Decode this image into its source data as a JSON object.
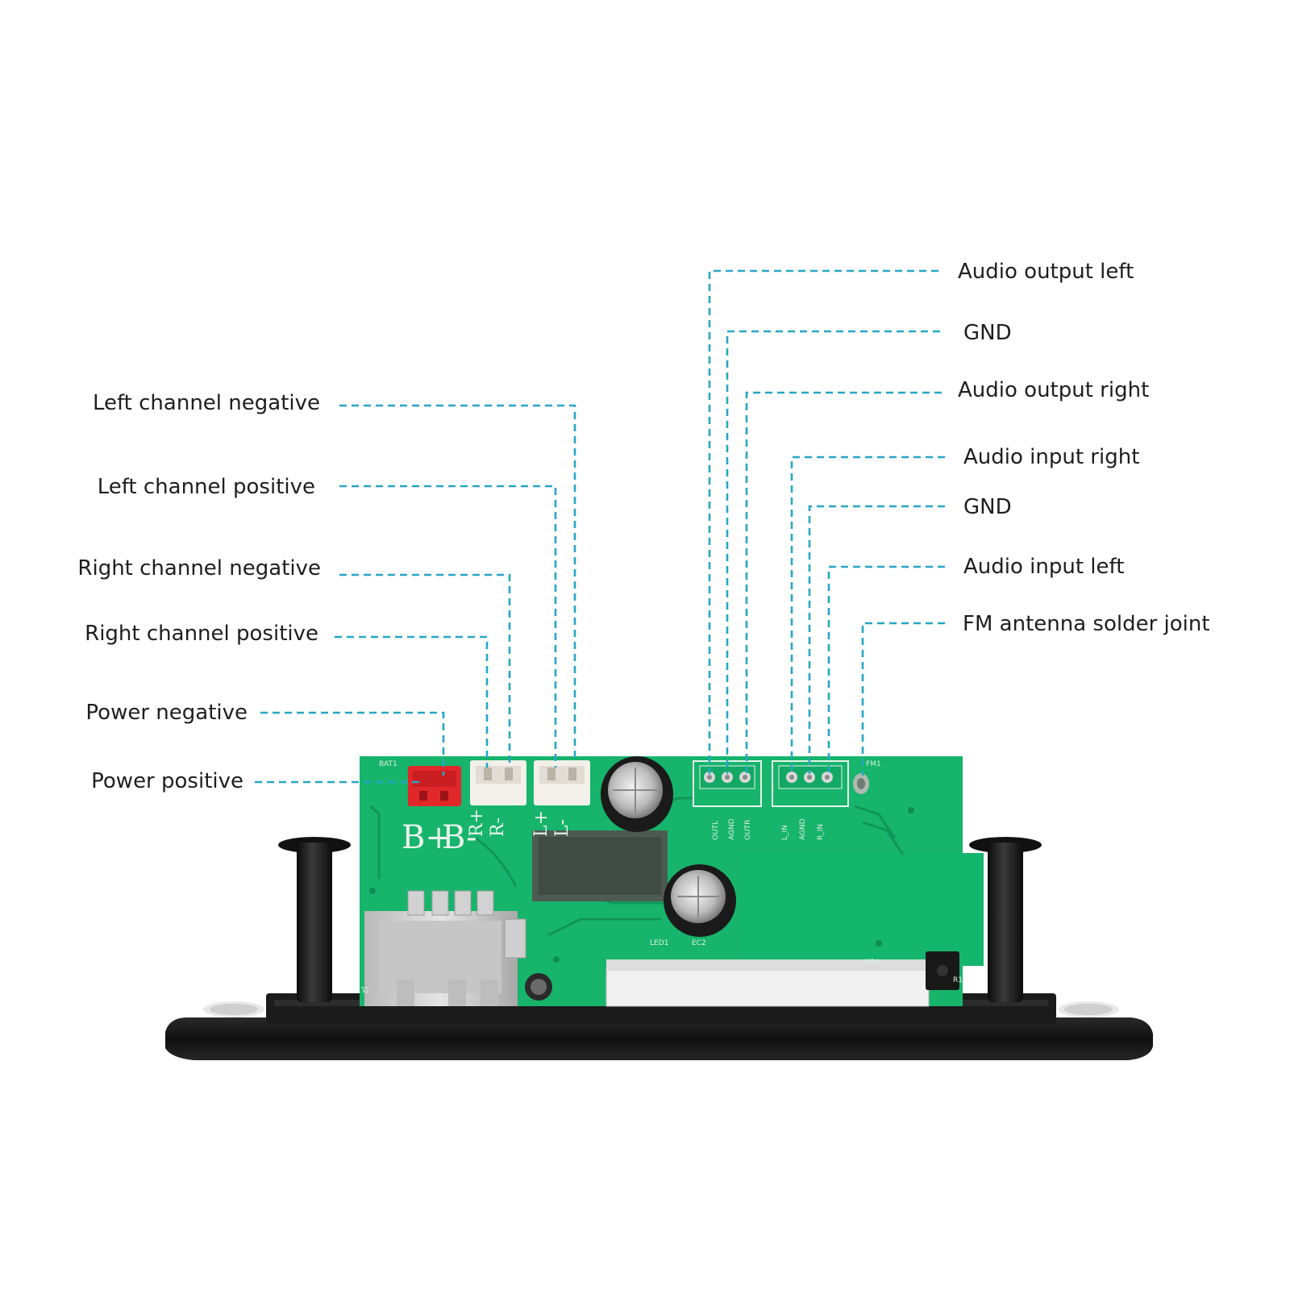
{
  "left_callouts": [
    {
      "id": "left-channel-negative",
      "label": "Left channel negative"
    },
    {
      "id": "left-channel-positive",
      "label": "Left channel positive"
    },
    {
      "id": "right-channel-negative",
      "label": "Right channel negative"
    },
    {
      "id": "right-channel-positive",
      "label": "Right channel positive"
    },
    {
      "id": "power-negative",
      "label": "Power negative"
    },
    {
      "id": "power-positive",
      "label": "Power positive"
    }
  ],
  "right_callouts": [
    {
      "id": "audio-output-left",
      "label": "Audio output left"
    },
    {
      "id": "gnd-output",
      "label": "GND"
    },
    {
      "id": "audio-output-right",
      "label": "Audio output right"
    },
    {
      "id": "audio-input-right",
      "label": "Audio input right"
    },
    {
      "id": "gnd-input",
      "label": "GND"
    },
    {
      "id": "audio-input-left",
      "label": "Audio input left"
    },
    {
      "id": "fm-antenna",
      "label": "FM antenna solder joint"
    }
  ],
  "board_silkscreen": {
    "b_plus": "B+",
    "b_minus": "B-",
    "r_plus": "R+",
    "r_minus": "R-",
    "l_plus": "L+",
    "l_minus": "L-",
    "outl": "OUTL",
    "agnd_out": "AGND",
    "outr": "OUTR",
    "l_in": "L_IN",
    "agnd_in": "AGND",
    "r_in": "R_IN",
    "bat": "BAT1",
    "j2": "J2",
    "led": "LED1",
    "ec2": "EC2",
    "fm": "FM1",
    "r1": "R1",
    "mp": "MP4"
  },
  "colors": {
    "leader": "#27a6c4",
    "pcb_green": "#16b36b",
    "connector_red": "#e2272b",
    "bezel_black": "#161616"
  }
}
